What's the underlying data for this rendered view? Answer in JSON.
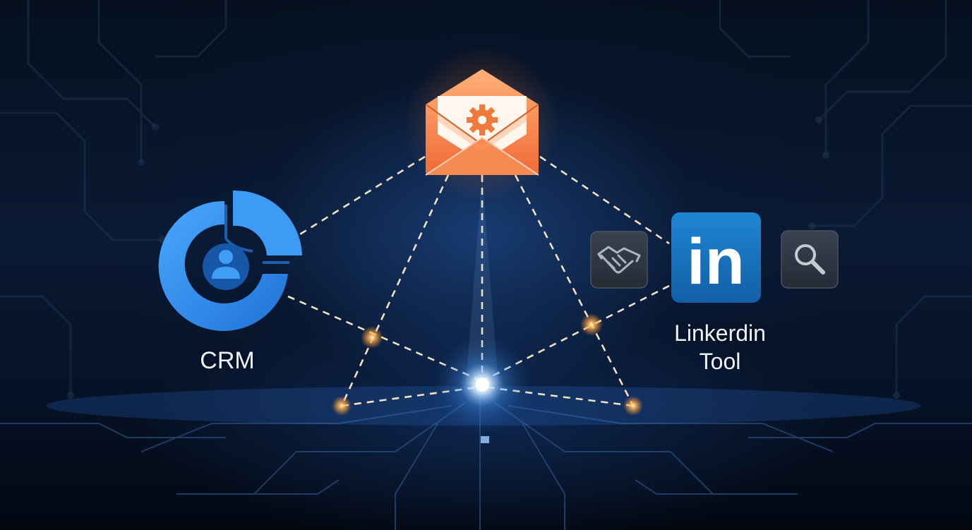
{
  "nodes": {
    "crm": {
      "label": "CRM",
      "icon": "crm-person-ring-icon",
      "color": "#2f8ee8"
    },
    "email": {
      "icon": "envelope-gear-icon",
      "color": "#f2844a"
    },
    "linkedin": {
      "logo_text": "in",
      "label_line1": "Linkerdin",
      "label_line2": "Tool",
      "color": "#1a78c2"
    },
    "handshake": {
      "icon": "handshake-icon"
    },
    "search": {
      "icon": "magnifier-icon"
    }
  },
  "colors": {
    "connector": "#f3e2c4",
    "node_glow": "#ffb04a",
    "hub_glow": "#bfe4ff",
    "background": "#06101f"
  }
}
